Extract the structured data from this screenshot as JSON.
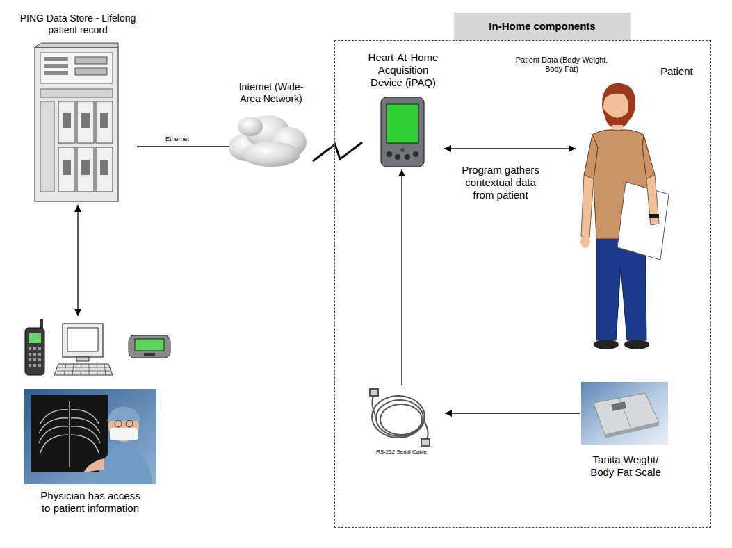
{
  "diagram": {
    "nodes": [
      {
        "text": [
          "In-Home components"
        ]
      },
      {
        "text": [
          "PING Data Store - Lifelong patient record"
        ]
      },
      {
        "text": [
          "Internet (Wide-Area Network)"
        ]
      },
      {
        "text": [
          "Heart-At-Home Acquisition Device (iPAQ)"
        ],
        "in": 0
      },
      {
        "text": [
          "Patient"
        ],
        "in": 0
      },
      {
        "text": [
          "Tanita Weight/ Body Fat Scale"
        ],
        "in": 0
      },
      {
        "text": [
          "RS-232 Serial Cable"
        ],
        "in": 0
      },
      {
        "text": [
          "Physician has access to patient information"
        ]
      }
    ],
    "edges": [
      {
        "from": 1,
        "to": 2,
        "arrow": "none",
        "label": "Ethernet"
      },
      {
        "from": 2,
        "to": 3,
        "arrow": "none"
      },
      {
        "from": 3,
        "to": 4,
        "arrow": "both",
        "label": "Program gathers contextual data from patient"
      },
      {
        "from": 5,
        "to": 6,
        "arrow": "to"
      },
      {
        "from": 6,
        "to": 3,
        "arrow": "to"
      },
      {
        "from": 1,
        "to": 7,
        "arrow": "both"
      }
    ],
    "labels": [
      "Patient Data (Body Weight, Body Fat)"
    ]
  }
}
